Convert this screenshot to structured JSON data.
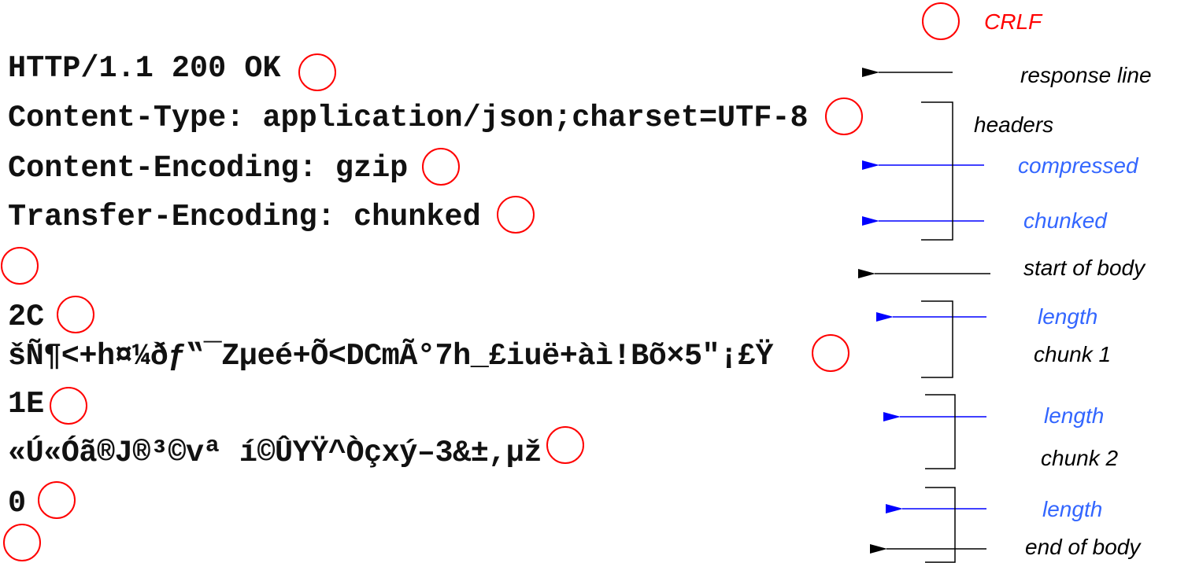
{
  "response": {
    "status_line": "HTTP/1.1 200 OK",
    "headers": [
      "Content-Type: application/json;charset=UTF-8",
      "Content-Encoding: gzip",
      "Transfer-Encoding: chunked"
    ],
    "chunks": [
      {
        "length": "2C",
        "data": "šÑ¶<+h¤¼ðƒ‟¯Zµeé+Õ<DCmÃ°7h_£iuë+àì!Bõ×5″¡£Ÿ"
      },
      {
        "length": "1E",
        "data": "«Ú«Óã®J®³©vª í©ÛYŸ^Òçxý–3&±,µž"
      },
      {
        "length": "0"
      }
    ]
  },
  "legend": {
    "crlf": "CRLF"
  },
  "annotations": {
    "response_line": "response line",
    "headers": "headers",
    "compressed": "compressed",
    "chunked": "chunked",
    "start_of_body": "start of body",
    "length_1": "length",
    "chunk_1": "chunk 1",
    "length_2": "length",
    "chunk_2": "chunk 2",
    "length_3": "length",
    "end_of_body": "end of body"
  },
  "colors": {
    "crlf": "#ff0000",
    "blue": "#0000ff",
    "blue_text": "#3366ff",
    "black": "#000000"
  }
}
